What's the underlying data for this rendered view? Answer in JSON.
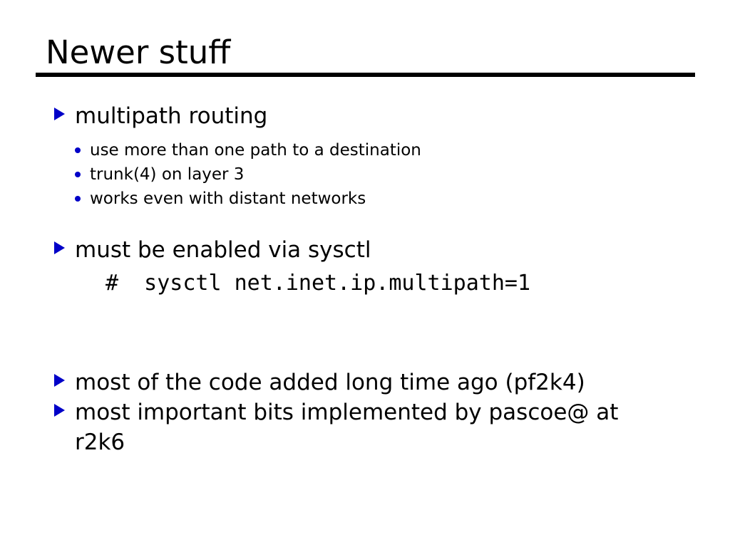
{
  "slide": {
    "title": "Newer stuff",
    "accent_color": "#0000c8",
    "text_color": "#000000",
    "background_color": "#ffffff",
    "rule_color": "#000000",
    "bullets": [
      {
        "level": 1,
        "marker": "triangle-bullet",
        "text": "multipath routing"
      },
      {
        "level": 2,
        "marker": "dot-bullet",
        "text": "use more than one path to a destination"
      },
      {
        "level": 2,
        "marker": "dot-bullet",
        "text": "trunk(4) on layer 3"
      },
      {
        "level": 2,
        "marker": "dot-bullet",
        "text": "works even with distant networks"
      },
      {
        "level": 1,
        "marker": "triangle-bullet",
        "text": "must be enabled via sysctl"
      },
      {
        "level": "code",
        "marker": "none",
        "text": "#  sysctl net.inet.ip.multipath=1"
      },
      {
        "level": 1,
        "marker": "triangle-bullet",
        "text": "most of the code added long time ago (pf2k4)"
      },
      {
        "level": 1,
        "marker": "triangle-bullet",
        "text": "most important bits implemented by pascoe@ at r2k6"
      }
    ]
  }
}
